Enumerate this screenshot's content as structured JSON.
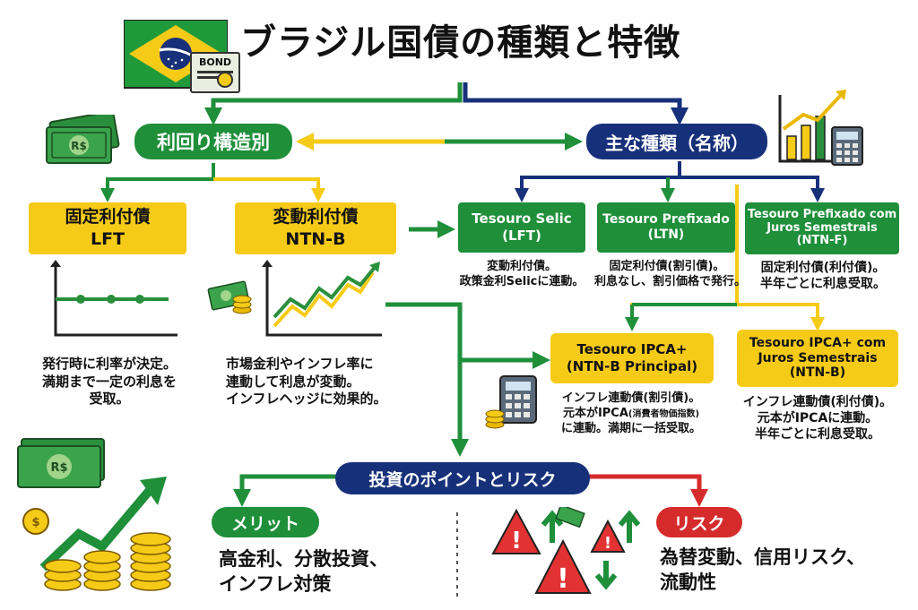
{
  "title": "ブラジル国債の種類と特徴",
  "colors": {
    "green": "#1f8f3a",
    "navy": "#17307a",
    "yellow": "#f6cb17",
    "red": "#d62b2b"
  },
  "bond_badge": "BOND",
  "yield_structure": {
    "label": "利回り構造別",
    "fixed": {
      "title": "固定利付債",
      "code": "LFT",
      "description": [
        "発行時に利率が決定。",
        "満期まで一定の利息を",
        "受取。"
      ]
    },
    "floating": {
      "title": "変動利付債",
      "code": "NTN-B",
      "description": [
        "市場金利やインフレ率に",
        "連動して利息が変動。",
        "インフレヘッジに効果的。"
      ]
    }
  },
  "main_types": {
    "label": "主な種類（名称）",
    "items": [
      {
        "name": "Tesouro Selic",
        "code": "(LFT)",
        "description": [
          "変動利付債。",
          "政策金利Selicに連動。"
        ]
      },
      {
        "name": "Tesouro Prefixado",
        "code": "(LTN)",
        "description": [
          "固定利付債(割引債)。",
          "利息なし、割引価格で発行。"
        ]
      },
      {
        "name": "Tesouro Prefixado com",
        "name2": "Juros Semestrais",
        "code": "(NTN-F)",
        "description": [
          "固定利付債(利付債)。",
          "半年ごとに利息受取。"
        ]
      }
    ],
    "ipca": [
      {
        "name": "Tesouro IPCA+",
        "code": "(NTN-B Principal)",
        "desc1": "インフレ連動債(割引債)。",
        "desc2a": "元本がIPCA",
        "desc2b": "(消費者物価指数)",
        "desc3": "に連動。満期に一括受取。"
      },
      {
        "name": "Tesouro IPCA+ com",
        "name2": "Juros Semestrais",
        "code": "(NTN-B)",
        "description": [
          "インフレ連動債(利付債)。",
          "元本がIPCAに連動。",
          "半年ごとに利息受取。"
        ]
      }
    ]
  },
  "investment": {
    "label": "投資のポイントとリスク",
    "merit_label": "メリット",
    "merit_text": [
      "高金利、分散投資、",
      "インフレ対策"
    ],
    "risk_label": "リスク",
    "risk_text": [
      "為替変動、信用リスク、",
      "流動性"
    ]
  },
  "currency_symbol": "R$"
}
